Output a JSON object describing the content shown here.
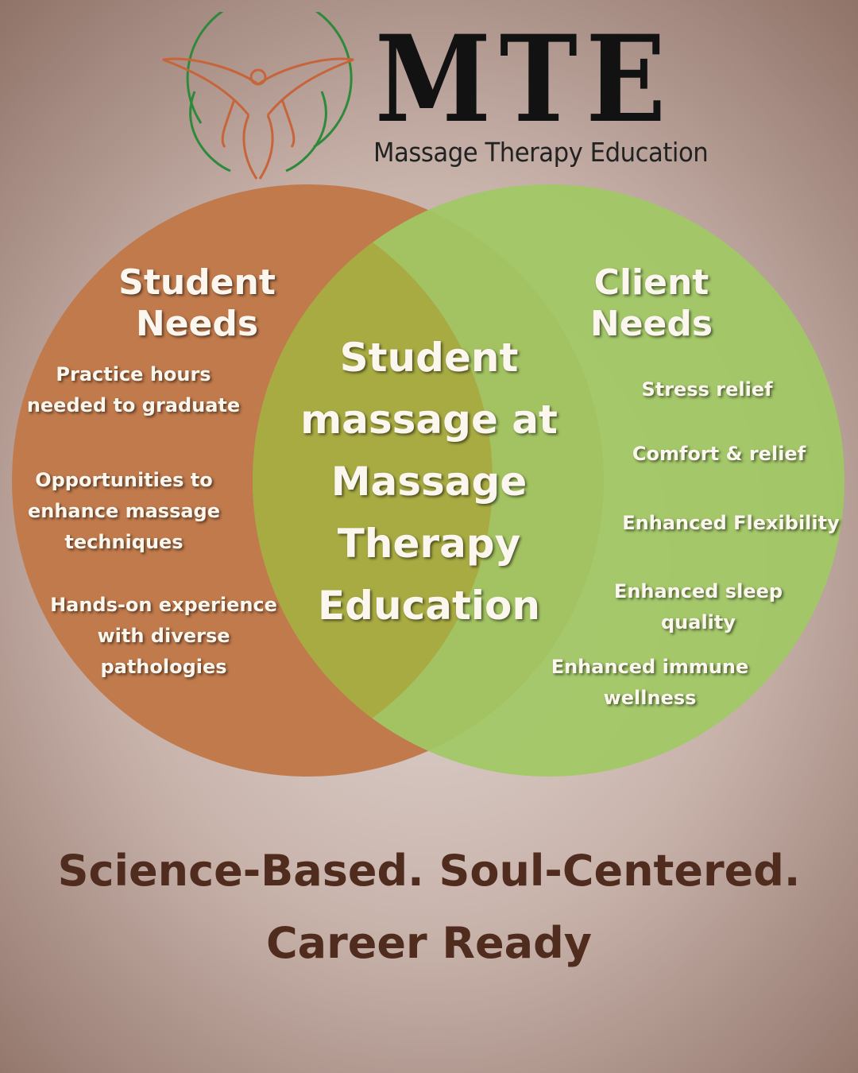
{
  "brand": {
    "name": "MTE",
    "subtitle": "Massage Therapy Education",
    "logo_icon": "angel-hands-logo-icon",
    "colors": {
      "orange": "#c07a4c",
      "green": "#a0c864",
      "overlap": "#a8aa42",
      "dark_brown": "#4f2c1e"
    }
  },
  "diagram": {
    "left": {
      "heading": [
        "Student",
        "Needs"
      ],
      "items": [
        [
          "Practice hours",
          "needed to graduate"
        ],
        [
          "Opportunities to",
          "enhance massage",
          "techniques"
        ],
        [
          "Hands-on experience",
          "with diverse",
          "pathologies"
        ]
      ]
    },
    "right": {
      "heading": [
        "Client",
        "Needs"
      ],
      "items": [
        [
          "Stress relief"
        ],
        [
          "Comfort & relief"
        ],
        [
          "Enhanced Flexibility"
        ],
        [
          "Enhanced sleep",
          "quality"
        ],
        [
          "Enhanced immune",
          "wellness"
        ]
      ]
    },
    "center": [
      "Student",
      "massage at",
      "Massage",
      "Therapy",
      "Education"
    ]
  },
  "tagline": {
    "line1": "Science-Based. Soul-Centered.",
    "line2": "Career Ready"
  }
}
